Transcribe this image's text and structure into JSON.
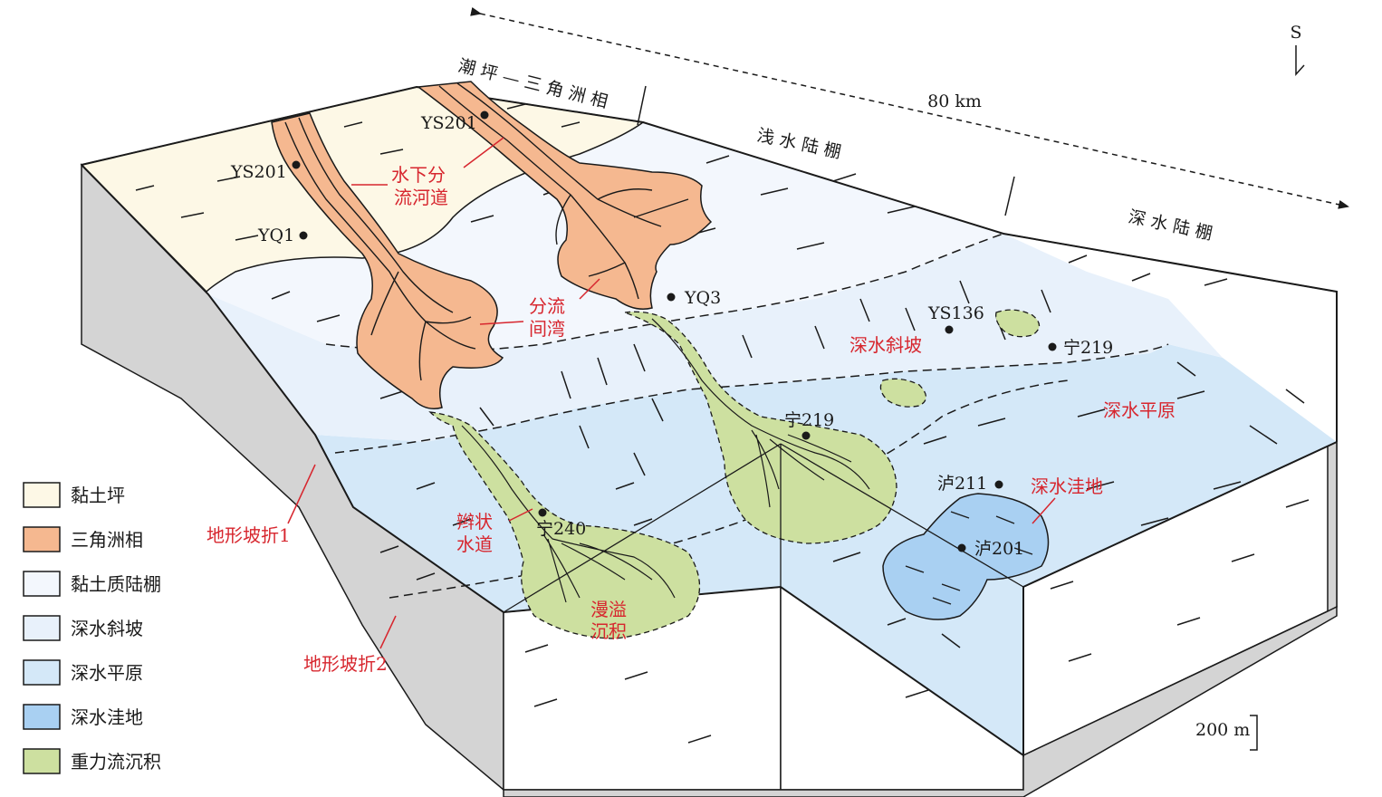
{
  "colors": {
    "clay_flat": "#fdf8e6",
    "delta": "#f5b890",
    "clay_shelf": "#f3f7fd",
    "deep_slope": "#e8f1fb",
    "deep_plain": "#d4e8f8",
    "deep_depression": "#a9d0f2",
    "gravity_flow": "#cde0a0",
    "side_face": "#d4d4d4",
    "annotation_red": "#d7262e"
  },
  "top_labels": {
    "tidal_flat_delta": "潮 坪 — 三 角 洲 相",
    "shallow_shelf": "浅 水 陆 棚",
    "deep_shelf": "深 水 陆 棚",
    "distance": "80 km",
    "north_arrow": "S"
  },
  "wells": {
    "ys201_a": "YS201",
    "ys201_b": "YS201",
    "yq1": "YQ1",
    "yq3": "YQ3",
    "ys136": "YS136",
    "ning219_a": "宁219",
    "ning219_b": "宁219",
    "ning240": "宁240",
    "lu211": "泸211",
    "lu201": "泸201"
  },
  "annotations": {
    "channel_l1": "水下分",
    "channel_l2": "流河道",
    "bay_l1": "分流",
    "bay_l2": "间湾",
    "deep_slope": "深水斜坡",
    "deep_plain": "深水平原",
    "depression": "深水洼地",
    "braided_l1": "辫状",
    "braided_l2": "水道",
    "overbank_l1": "漫溢",
    "overbank_l2": "沉积",
    "break1": "地形坡折1",
    "break2": "地形坡折2"
  },
  "scale_bar": "200 m",
  "legend": [
    {
      "label": "黏土坪",
      "color": "#fdf8e6"
    },
    {
      "label": "三角洲相",
      "color": "#f5b890"
    },
    {
      "label": "黏土质陆棚",
      "color": "#f3f7fd"
    },
    {
      "label": "深水斜坡",
      "color": "#e8f1fb"
    },
    {
      "label": "深水平原",
      "color": "#d4e8f8"
    },
    {
      "label": "深水洼地",
      "color": "#a9d0f2"
    },
    {
      "label": "重力流沉积",
      "color": "#cde0a0"
    }
  ]
}
